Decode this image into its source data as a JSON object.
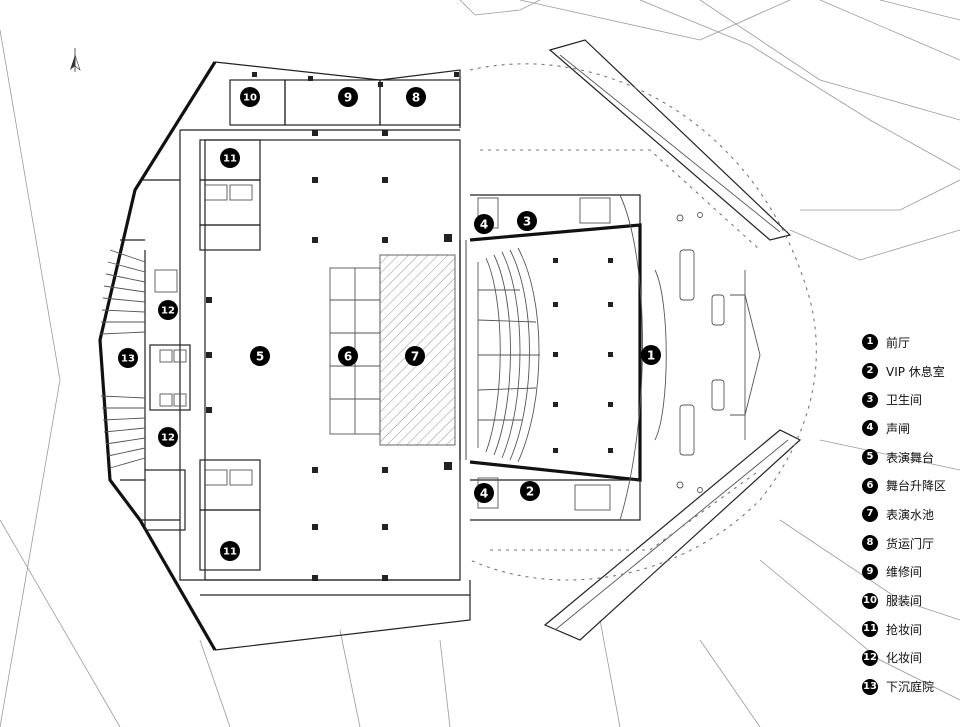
{
  "markers": [
    {
      "num": "1"
    },
    {
      "num": "2"
    },
    {
      "num": "3"
    },
    {
      "num": "4"
    },
    {
      "num": "4"
    },
    {
      "num": "5"
    },
    {
      "num": "6"
    },
    {
      "num": "7"
    },
    {
      "num": "8"
    },
    {
      "num": "9"
    },
    {
      "num": "10"
    },
    {
      "num": "11"
    },
    {
      "num": "11"
    },
    {
      "num": "12"
    },
    {
      "num": "12"
    },
    {
      "num": "13"
    }
  ],
  "legend": [
    {
      "num": "1",
      "label": "前厅"
    },
    {
      "num": "2",
      "label": "VIP 休息室"
    },
    {
      "num": "3",
      "label": "卫生间"
    },
    {
      "num": "4",
      "label": "声闸"
    },
    {
      "num": "5",
      "label": "表演舞台"
    },
    {
      "num": "6",
      "label": "舞台升降区"
    },
    {
      "num": "7",
      "label": "表演水池"
    },
    {
      "num": "8",
      "label": "货运门厅"
    },
    {
      "num": "9",
      "label": "维修间"
    },
    {
      "num": "10",
      "label": "服装间"
    },
    {
      "num": "11",
      "label": "抢妆间"
    },
    {
      "num": "12",
      "label": "化妆间"
    },
    {
      "num": "13",
      "label": "下沉庭院"
    }
  ],
  "colors": {
    "ink": "#111111",
    "marker": "#000000",
    "background": "#ffffff"
  }
}
